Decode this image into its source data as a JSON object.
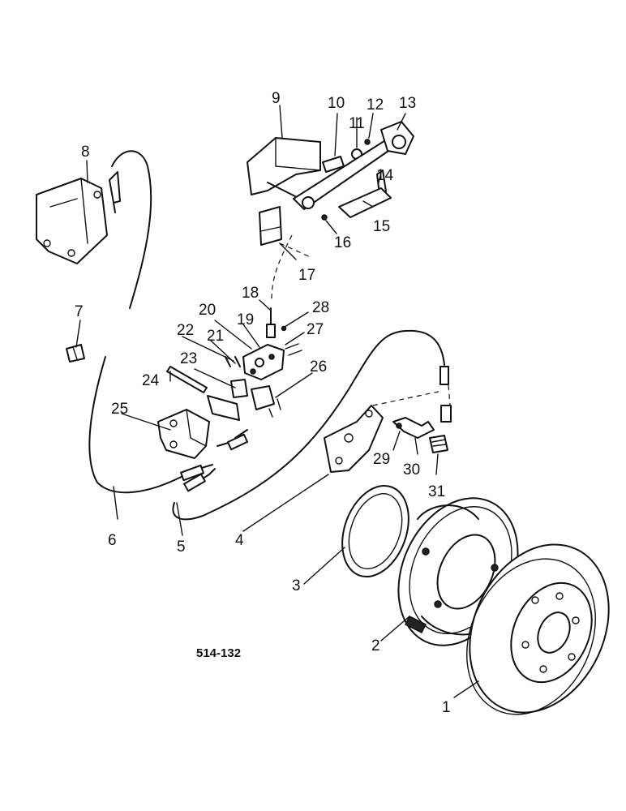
{
  "diagram": {
    "reference": "514-132",
    "callouts": [
      "1",
      "2",
      "3",
      "4",
      "5",
      "6",
      "7",
      "8",
      "9",
      "10",
      "11",
      "12",
      "13",
      "14",
      "15",
      "16",
      "17",
      "18",
      "19",
      "20",
      "21",
      "22",
      "23",
      "24",
      "25",
      "26",
      "27",
      "28",
      "29",
      "30",
      "31"
    ]
  }
}
